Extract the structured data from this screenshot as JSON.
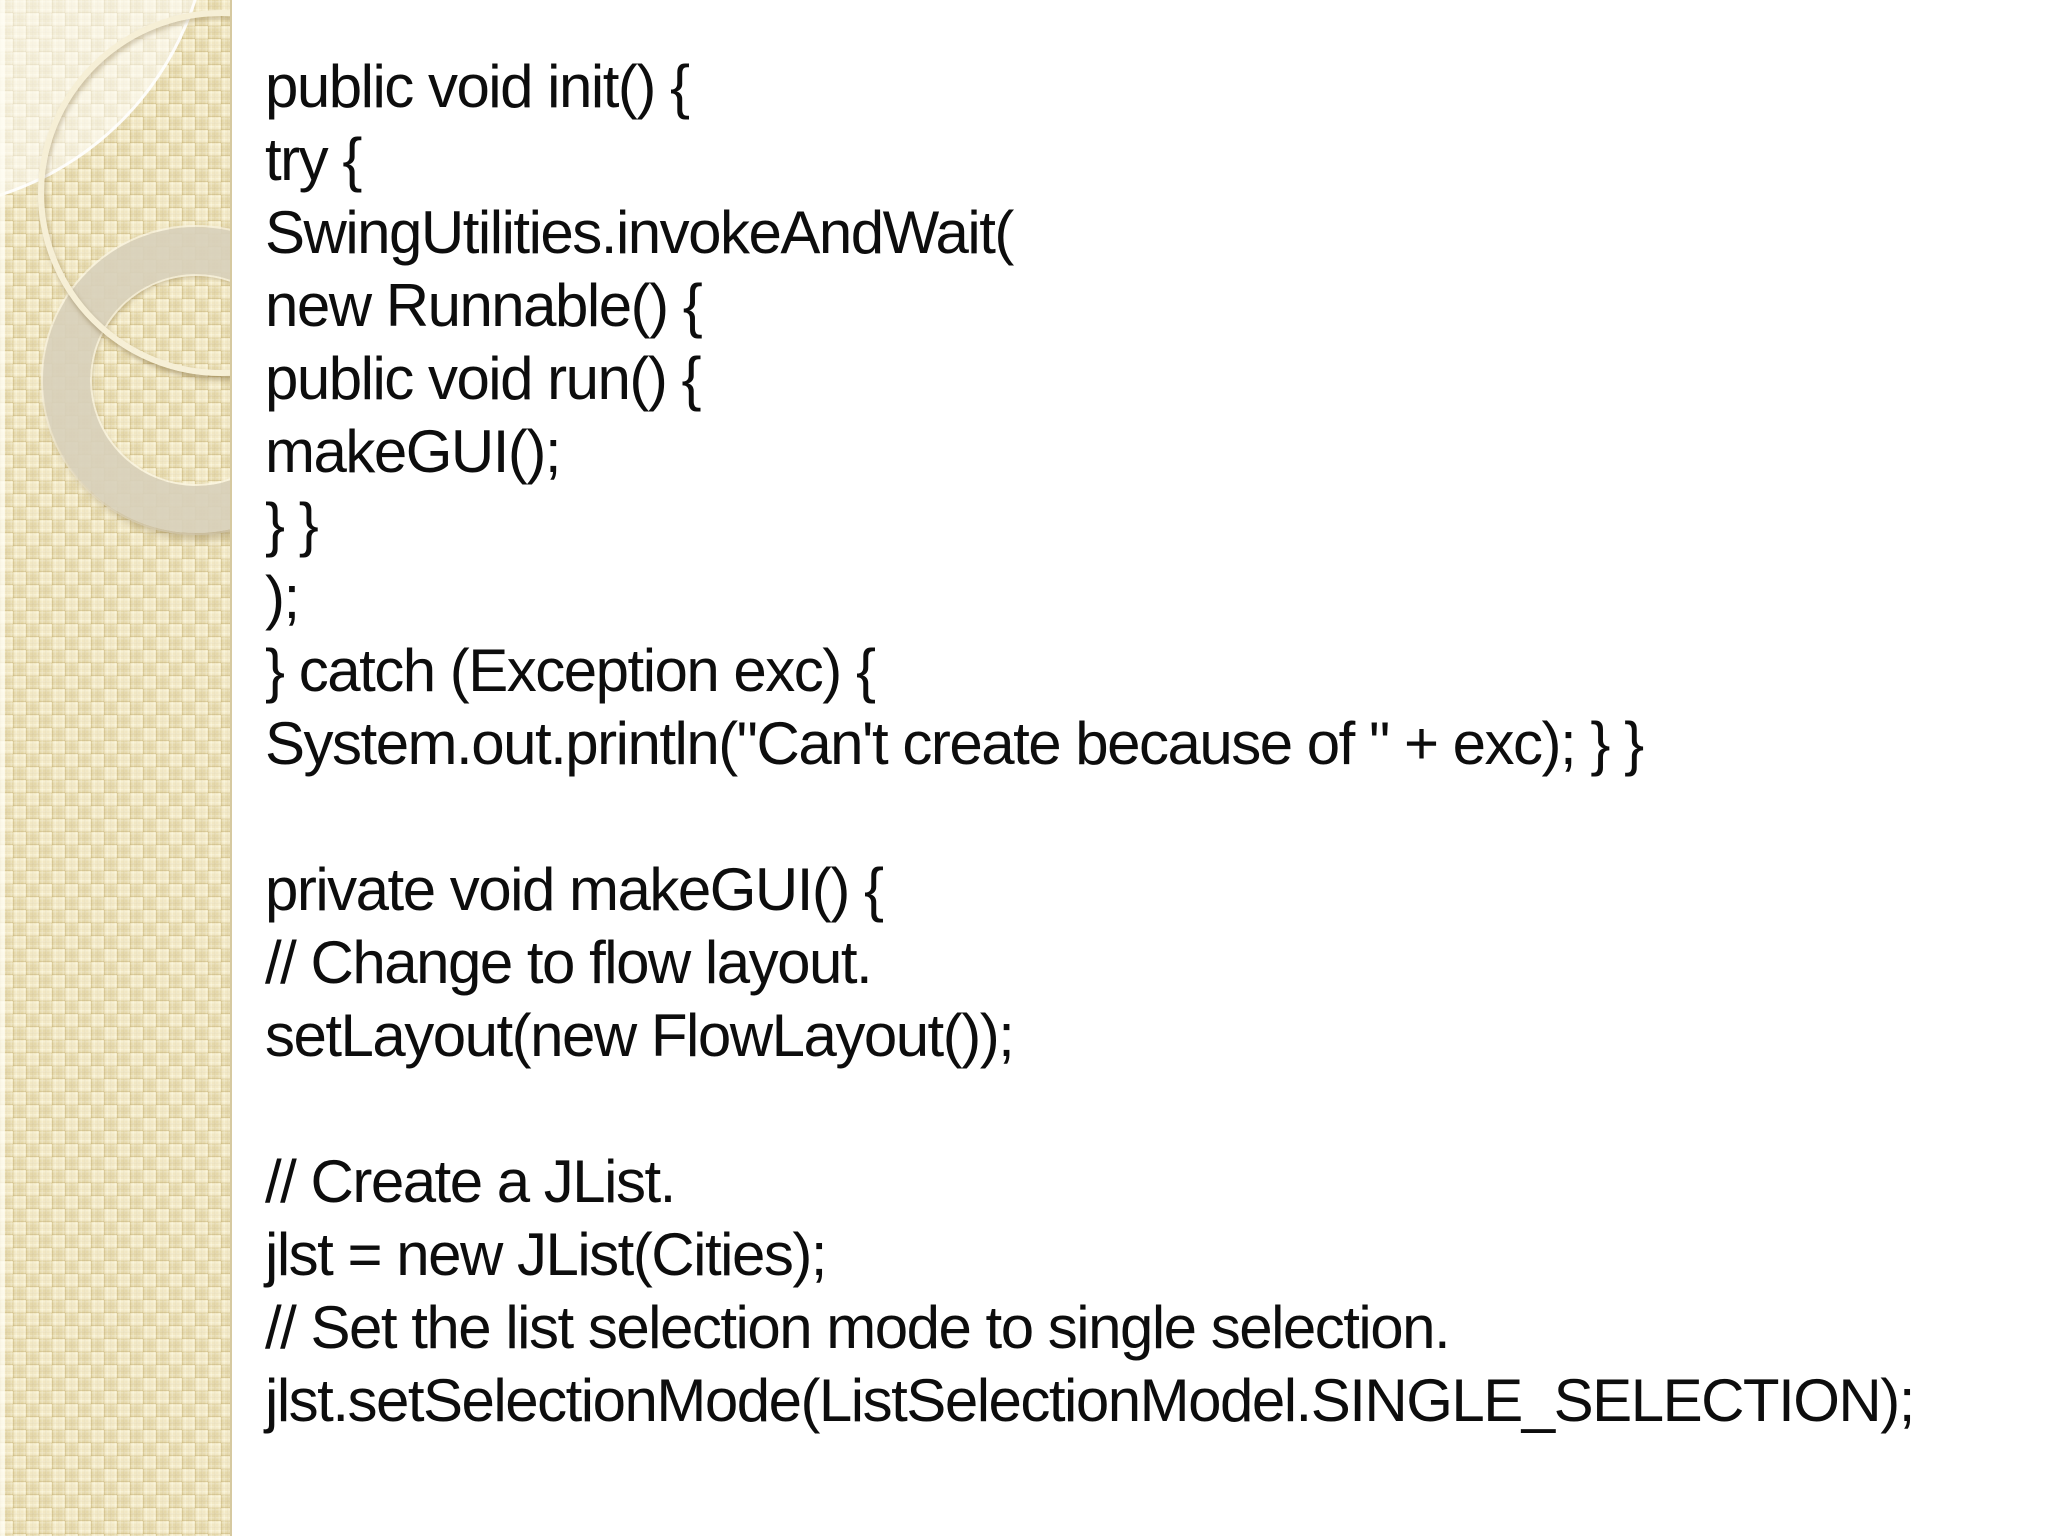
{
  "slide": {
    "code_lines": [
      "public void init() {",
      "try {",
      "SwingUtilities.invokeAndWait(",
      "new Runnable() {",
      "public void run() {",
      "makeGUI();",
      "} }",
      ");",
      "} catch (Exception exc) {",
      "System.out.println(\"Can't create because of \" + exc); } }",
      "",
      "private void makeGUI() {",
      "// Change to flow layout.",
      "setLayout(new FlowLayout());",
      "",
      "// Create a JList.",
      "jlst = new JList(Cities);",
      "// Set the list selection mode to single selection.",
      "jlst.setSelectionMode(ListSelectionModel.SINGLE_SELECTION);"
    ],
    "colors": {
      "background": "#ffffff",
      "text": "#0d0d0d",
      "sidebar_base": "#ebdfb3",
      "sidebar_pattern_dark": "#baa368",
      "sidebar_pattern_light": "#fffce4",
      "ring_fill": "#d8d0bb",
      "circle_stroke": "#f6efd6"
    }
  }
}
